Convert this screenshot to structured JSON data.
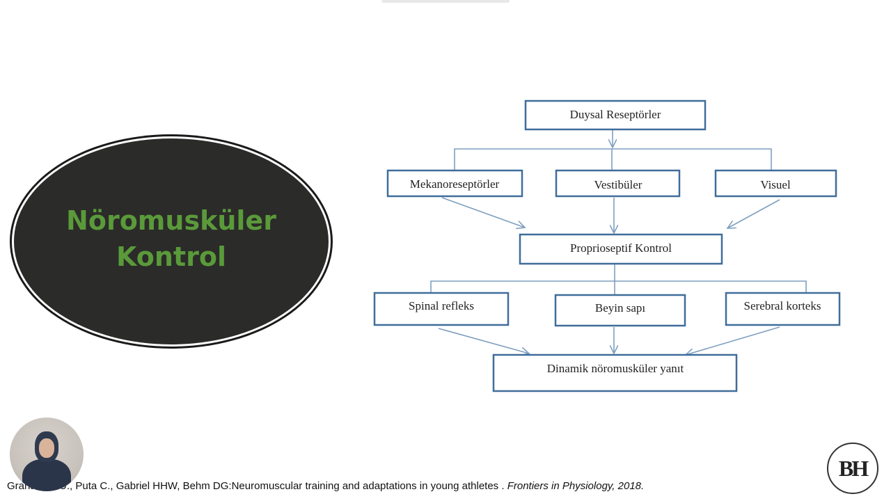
{
  "title": {
    "line1": "Nöromusküler",
    "line2": "Kontrol"
  },
  "diagram": {
    "nodes": {
      "duysal": "Duysal Reseptörler",
      "mekano": "Mekanoreseptörler",
      "vestibuler": "Vestibüler",
      "visuel": "Visuel",
      "proprio": "Proprioseptif Kontrol",
      "spinal": "Spinal refleks",
      "beyin": "Beyin sapı",
      "serebral": "Serebral korteks",
      "dinamik": "Dinamik nöromusküler yanıt"
    }
  },
  "citation": {
    "authors": "Granacher U., Puta C., Gabriel HHW, Behm DG:Neuromuscular training and adaptations in young athletes . ",
    "journal": "Frontiers in Physiology, 2018."
  },
  "logo": {
    "text": "BH"
  },
  "colors": {
    "box_border": "#3f6d9b",
    "connector": "#7f9fbf",
    "title_green": "#5a9a3a",
    "ellipse_fill": "#2b2b29"
  }
}
